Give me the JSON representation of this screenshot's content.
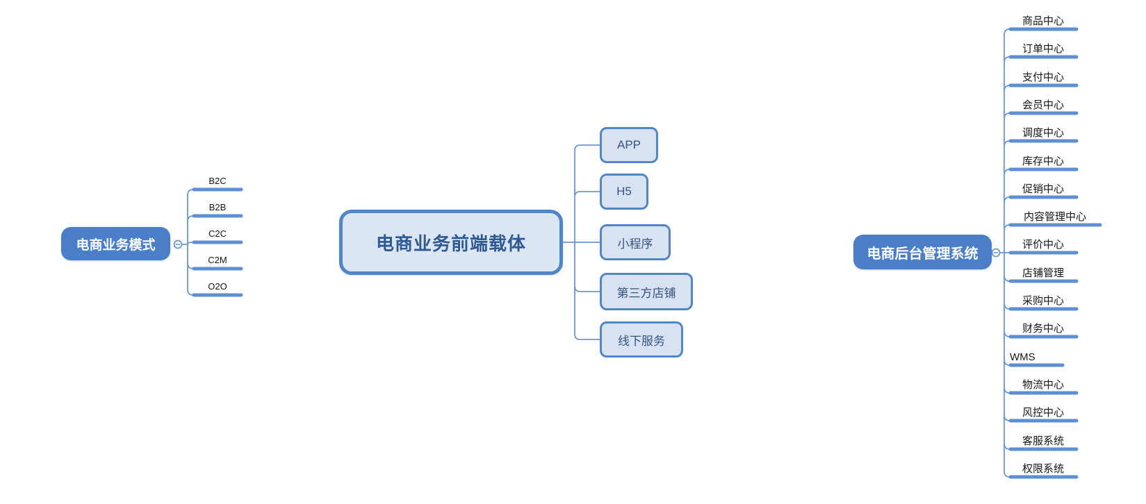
{
  "app": {
    "type": "mind-map-diagram",
    "background": "#ffffff"
  },
  "colors": {
    "root_fill": "#4b7ec8",
    "root_text": "#ffffff",
    "outline_root_fill": "#dce5f2",
    "outline_root_border": "#4e86c8",
    "outline_root_text": "#2d5a94",
    "child_box_fill": "#d9e2f2",
    "child_box_border": "#4e86c8",
    "child_box_text": "#35547f",
    "branch_line": "#6b96d3",
    "branch_bar": "#5e8fd3",
    "attached_label_text": "#161616"
  },
  "icons": {
    "collapse": "minus-icon"
  },
  "trees": [
    {
      "name": "business-models",
      "root": {
        "label": "电商业务模式"
      },
      "collapse_state": "expanded",
      "children": [
        {
          "label": "B2C"
        },
        {
          "label": "B2B"
        },
        {
          "label": "C2C"
        },
        {
          "label": "C2M"
        },
        {
          "label": "O2O"
        }
      ]
    },
    {
      "name": "frontend-carriers",
      "root": {
        "label": "电商业务前端载体"
      },
      "children": [
        {
          "label": "APP"
        },
        {
          "label": "H5"
        },
        {
          "label": "小程序"
        },
        {
          "label": "第三方店铺"
        },
        {
          "label": "线下服务"
        }
      ]
    },
    {
      "name": "backend-management-system",
      "root": {
        "label": "电商后台管理系统"
      },
      "collapse_state": "expanded",
      "children": [
        {
          "label": "商品中心"
        },
        {
          "label": "订单中心"
        },
        {
          "label": "支付中心"
        },
        {
          "label": "会员中心"
        },
        {
          "label": "调度中心"
        },
        {
          "label": "库存中心"
        },
        {
          "label": "促销中心"
        },
        {
          "label": "内容管理中心"
        },
        {
          "label": "评价中心"
        },
        {
          "label": "店铺管理"
        },
        {
          "label": "采购中心"
        },
        {
          "label": "财务中心"
        },
        {
          "label": "WMS"
        },
        {
          "label": "物流中心"
        },
        {
          "label": "风控中心"
        },
        {
          "label": "客服系统"
        },
        {
          "label": "权限系统"
        }
      ]
    }
  ]
}
